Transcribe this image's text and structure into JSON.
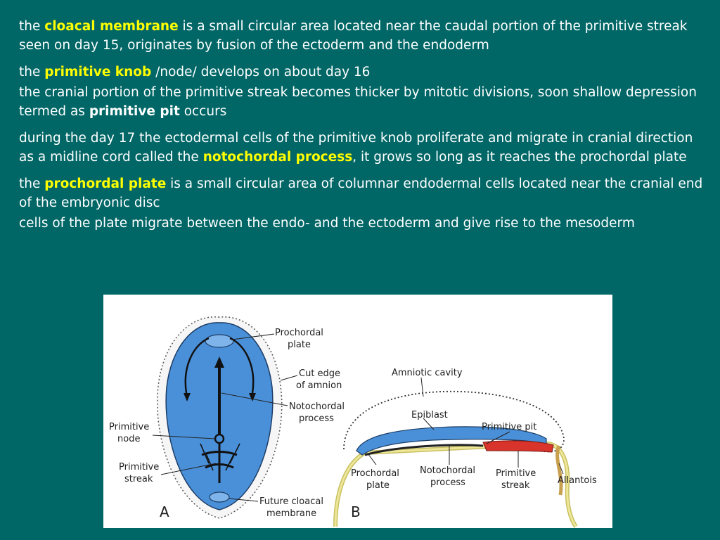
{
  "paragraphs": {
    "p1": {
      "pre": "the ",
      "term": "cloacal membrane",
      "post": " is a small circular area located near the caudal portion of the primitive streak seen on day 15,  originates by fusion of the ectoderm and the endoderm"
    },
    "p2": {
      "pre": "the ",
      "term": "primitive knob",
      "post": " /node/ develops on about day 16"
    },
    "p3": {
      "pre": "the cranial portion of the primitive streak becomes thicker by mitotic divisions, soon  shallow depression termed as ",
      "term": "primitive pit",
      "post": " occurs"
    },
    "p4": {
      "pre": "during the day 17 the ectodermal cells of the primitive knob proliferate and migrate in cranial direction as a midline cord called the ",
      "term": "notochordal process",
      "post": ",  it grows so long as it reaches the prochordal plate"
    },
    "p5": {
      "pre": "the ",
      "term": "prochordal plate",
      "post": " is a small circular area of columnar endodermal cells located near the cranial end of the embryonic disc"
    },
    "p6": {
      "text": "cells of the plate migrate between the endo- and the ectoderm and give rise to the mesoderm"
    }
  },
  "figure": {
    "panel_a": {
      "letter": "A",
      "labels": {
        "prochordal_plate_1": "Prochordal",
        "prochordal_plate_2": "plate",
        "cut_edge_1": "Cut edge",
        "cut_edge_2": "of amnion",
        "notochordal_1": "Notochordal",
        "notochordal_2": "process",
        "primitive_node_1": "Primitive",
        "primitive_node_2": "node",
        "primitive_streak_1": "Primitive",
        "primitive_streak_2": "streak",
        "future_cloacal_1": "Future cloacal",
        "future_cloacal_2": "membrane"
      }
    },
    "panel_b": {
      "letter": "B",
      "labels": {
        "amniotic_cavity": "Amniotic cavity",
        "epiblast": "Epiblast",
        "primitive_pit": "Primitive pit",
        "prochordal_1": "Prochordal",
        "prochordal_2": "plate",
        "notochordal_1": "Notochordal",
        "notochordal_2": "process",
        "primitive_streak_1": "Primitive",
        "primitive_streak_2": "streak",
        "allantois": "Allantois"
      }
    }
  },
  "colors": {
    "background": "#006666",
    "highlight": "#ffff00",
    "disc_blue": "#4a90d9",
    "yolk_yellow": "#e6e08a",
    "streak_red": "#d9342b"
  }
}
